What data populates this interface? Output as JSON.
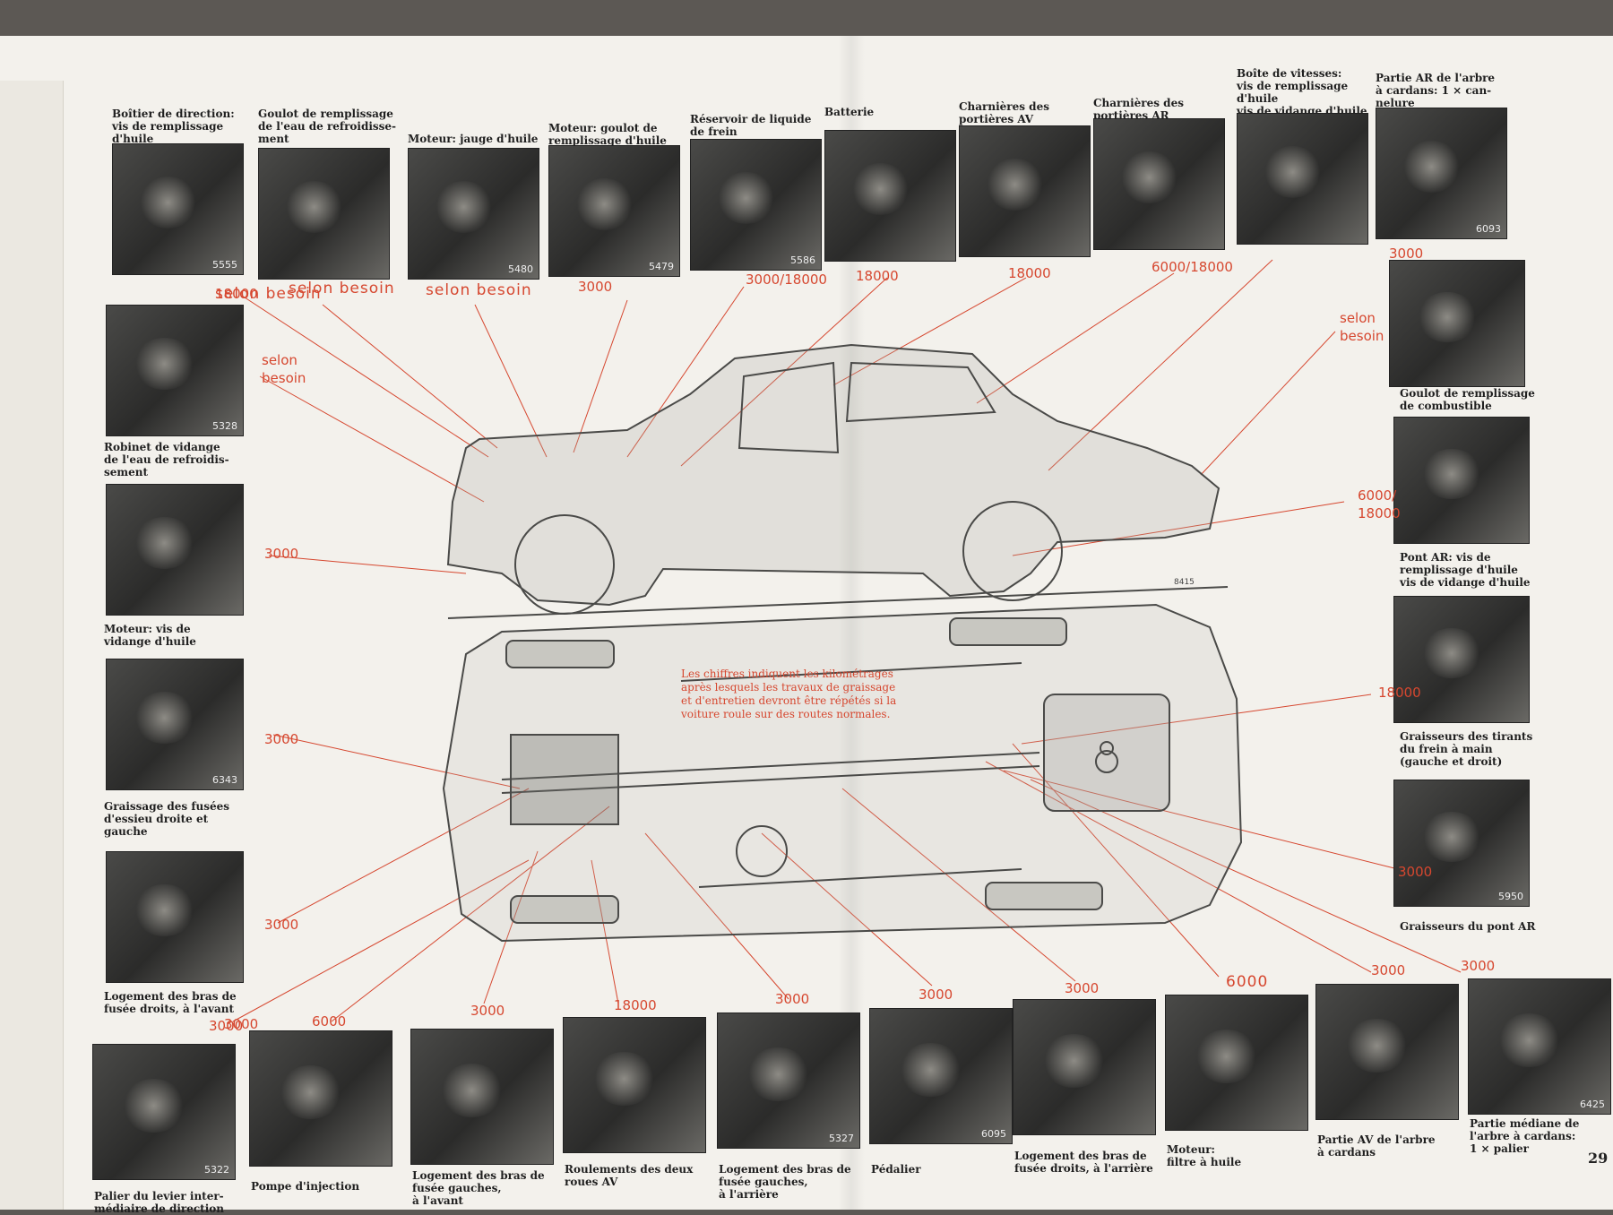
{
  "page_number": "29",
  "note": "Les chiffres indiquent les kilométrages après lesquels les travaux de graissage et d'entretien devront être répétés si la voiture roule sur des routes normales.",
  "top_items": [
    {
      "caption": "Boîtier de direction:\nvis de remplissage\nd'huile",
      "photo_number": "5555",
      "interval": "selon besoin"
    },
    {
      "caption": "Goulot de remplissage\nde l'eau de refroidisse-\nment",
      "photo_number": "",
      "interval": "selon besoin"
    },
    {
      "caption": "Moteur: jauge d'huile",
      "photo_number": "5480",
      "interval": "selon besoin"
    },
    {
      "caption": "Moteur: goulot de\nremplissage d'huile",
      "photo_number": "5479",
      "interval": "3000"
    },
    {
      "caption": "Réservoir de liquide\nde frein",
      "photo_number": "5586",
      "interval": "3000/18000"
    },
    {
      "caption": "Batterie",
      "photo_number": "",
      "interval": "18000"
    },
    {
      "caption": "Charnières des\nportières AV",
      "photo_number": "",
      "interval": "18000"
    },
    {
      "caption": "Charnières des\nportières AR",
      "photo_number": "",
      "interval": "6000/18000"
    },
    {
      "caption": "Boîte de vitesses:\nvis de remplissage\nd'huile\nvis de vidange d'huile",
      "photo_number": "",
      "interval": ""
    },
    {
      "caption": "Partie AR de l'arbre\nà cardans: 1 × can-\nnelure",
      "photo_number": "6093",
      "interval": "3000"
    }
  ],
  "left_items": [
    {
      "caption": "Robinet de vidange\nde l'eau de refroidis-\nsement",
      "photo_number": "5328",
      "interval": "18000"
    },
    {
      "caption": "Moteur: vis de\nvidange d'huile",
      "photo_number": "",
      "interval": "selon\nbesoin"
    },
    {
      "caption": "Graissage des fusées\nd'essieu droite et\ngauche",
      "photo_number": "6343",
      "interval": "3000"
    },
    {
      "caption": "Logement des bras de\nfusée droits, à l'avant",
      "photo_number": "",
      "interval": "3000"
    }
  ],
  "left_extra_intervals": [
    "3000",
    "3000"
  ],
  "right_items": [
    {
      "caption": "Goulot de remplissage\nde combustible",
      "photo_number": "",
      "interval": "selon\nbesoin"
    },
    {
      "caption": "Pont AR: vis de\nremplissage d'huile\nvis de vidange d'huile",
      "photo_number": "",
      "interval": "6000/\n18000"
    },
    {
      "caption": "Graisseurs des tirants\ndu frein à main\n(gauche et droit)",
      "photo_number": "",
      "interval": "18000"
    },
    {
      "caption": "Graisseurs du pont AR",
      "photo_number": "5950",
      "interval": "3000"
    }
  ],
  "bottom_items": [
    {
      "caption": "Palier du levier inter-\nmédiaire de direction",
      "photo_number": "5322",
      "interval": "3000"
    },
    {
      "caption": "Pompe d'injection",
      "photo_number": "",
      "interval": "6000"
    },
    {
      "caption": "Logement des bras de\nfusée gauches,\nà l'avant",
      "photo_number": "",
      "interval": "3000"
    },
    {
      "caption": "Roulements des deux\nroues AV",
      "photo_number": "",
      "interval": "18000"
    },
    {
      "caption": "Logement des bras de\nfusée gauches,\nà l'arrière",
      "photo_number": "5327",
      "interval": "3000"
    },
    {
      "caption": "Pédalier",
      "photo_number": "6095",
      "interval": "3000"
    },
    {
      "caption": "Logement des bras de\nfusée droits, à l'arrière",
      "photo_number": "",
      "interval": "3000"
    },
    {
      "caption": "Moteur:\nfiltre à huile",
      "photo_number": "",
      "interval": "6000"
    },
    {
      "caption": "Partie AV de l'arbre\nà cardans",
      "photo_number": "",
      "interval": "3000"
    },
    {
      "caption": "Partie médiane de\nl'arbre à cardans:\n1 × palier",
      "photo_number": "6425",
      "interval": "3000"
    }
  ],
  "drawing_label": "8415",
  "colors": {
    "accent": "#d6472f",
    "paper": "#f3f1ec",
    "ink": "#1f1f1f",
    "photo": "#333333"
  }
}
